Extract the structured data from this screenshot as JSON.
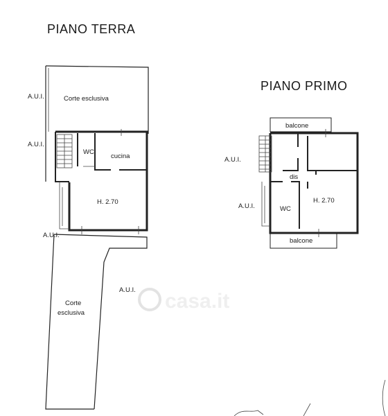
{
  "ground_floor": {
    "title": "PIANO TERRA",
    "corte_top": "Corte esclusiva",
    "wc": "WC",
    "cucina": "cucina",
    "height": "H. 2.70",
    "corte_bottom_line1": "Corte",
    "corte_bottom_line2": "esclusiva",
    "aui_1": "A.U.I.",
    "aui_2": "A.U.I.",
    "aui_3": "A.U.I.",
    "aui_4": "A.U.I."
  },
  "first_floor": {
    "title": "PIANO PRIMO",
    "balcone_top": "balcone",
    "dis": "dis",
    "wc": "WC",
    "height": "H. 2.70",
    "balcone_bottom": "balcone",
    "aui_1": "A.U.I.",
    "aui_2": "A.U.I."
  },
  "watermark": "casa.it"
}
